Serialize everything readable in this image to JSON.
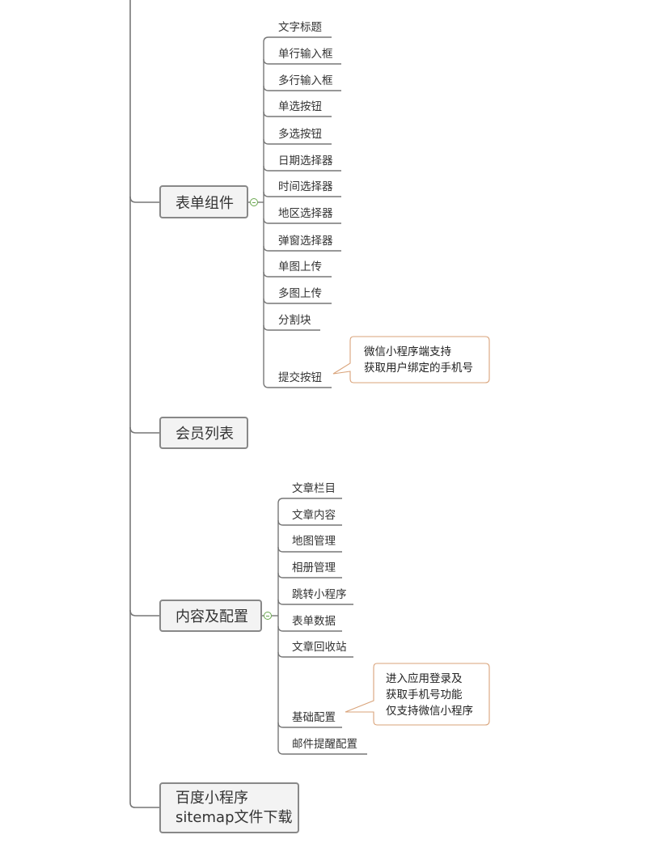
{
  "branches": [
    {
      "label": "表单组件",
      "children": [
        "文字标题",
        "单行输入框",
        "多行输入框",
        "单选按钮",
        "多选按钮",
        "日期选择器",
        "时间选择器",
        "地区选择器",
        "弹窗选择器",
        "单图上传",
        "多图上传",
        "分割块",
        "提交按钮"
      ],
      "note": [
        "微信小程序端支持",
        "获取用户绑定的手机号"
      ]
    },
    {
      "label": "会员列表"
    },
    {
      "label": "内容及配置",
      "children": [
        "文章栏目",
        "文章内容",
        "地图管理",
        "相册管理",
        "跳转小程序",
        "表单数据",
        "文章回收站",
        "基础配置",
        "邮件提醒配置"
      ],
      "note": [
        "进入应用登录及",
        "获取手机号功能",
        "仅支持微信小程序"
      ]
    },
    {
      "label_lines": [
        "百度小程序",
        "sitemap文件下载"
      ]
    }
  ],
  "colors": {
    "line": "#777777",
    "node_border": "#888888",
    "node_fill": "#f3f3f3",
    "toggle": "#6aa84f",
    "callout_border": "#d9a37a"
  },
  "icons": [
    "collapse-toggle-icon"
  ]
}
